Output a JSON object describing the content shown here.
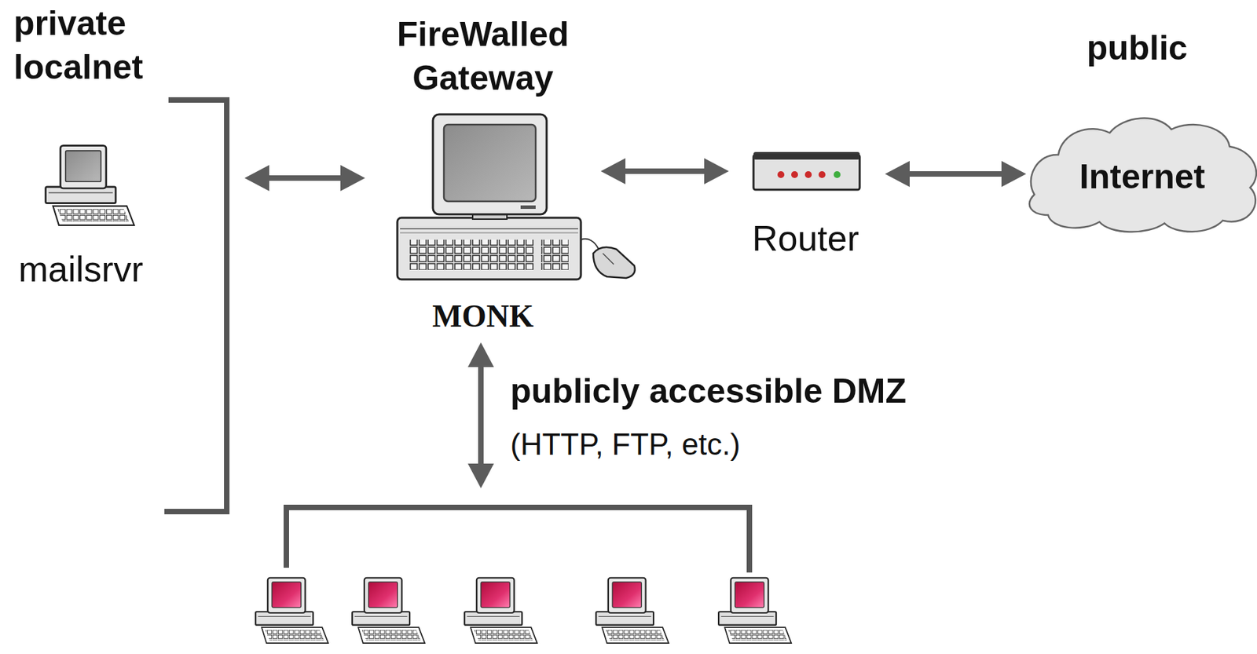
{
  "diagram": {
    "nodes": [
      {
        "text": [
          "private localnet"
        ]
      },
      {
        "text": [
          "mailsrvr"
        ],
        "in": 0
      },
      {
        "text": [
          "FireWalled Gateway",
          "MONK"
        ]
      },
      {
        "text": [
          "Router"
        ]
      },
      {
        "text": [
          "public",
          "Internet"
        ]
      },
      {
        "text": [
          "publicly accessible DMZ",
          "(HTTP, FTP, etc.)"
        ]
      }
    ],
    "edges": [
      {
        "from": 0,
        "to": 2,
        "arrow": "both"
      },
      {
        "from": 2,
        "to": 3,
        "arrow": "both"
      },
      {
        "from": 3,
        "to": 4,
        "arrow": "both"
      },
      {
        "from": 2,
        "to": 5,
        "arrow": "both"
      }
    ]
  }
}
